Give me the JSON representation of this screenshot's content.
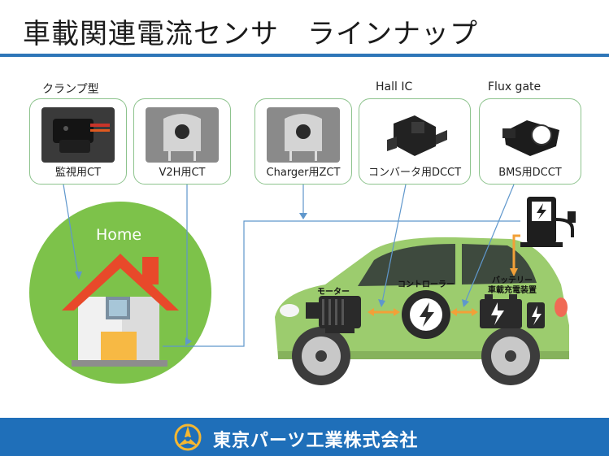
{
  "title": "車載関連電流センサ　ラインナップ",
  "categories": {
    "clamp": "クランプ型",
    "hall": "Hall IC",
    "flux": "Flux gate"
  },
  "products": [
    {
      "label": "監視用CT",
      "icon": "clamp-ct-photo"
    },
    {
      "label": "V2H用CT",
      "icon": "ct-sensor-photo"
    },
    {
      "label": "Charger用ZCT",
      "icon": "zct-sensor-photo"
    },
    {
      "label": "コンバータ用DCCT",
      "icon": "hall-dcct-photo"
    },
    {
      "label": "BMS用DCCT",
      "icon": "flux-dcct-photo"
    }
  ],
  "diagram": {
    "home_label": "Home",
    "motor_label": "モーター",
    "controller_label": "コントローラー",
    "battery_label_1": "バッテリー",
    "battery_label_2": "車載充電装置"
  },
  "company": {
    "name": "東京パーツ工業株式会社"
  },
  "colors": {
    "accent_blue": "#2e76b8",
    "footer_blue": "#1f6fb9",
    "card_border": "#8dc38d",
    "car_green": "#9ccc6e",
    "home_circle": "#7dc24a",
    "roof_red": "#e8492a",
    "arrow_orange": "#f2a038"
  }
}
